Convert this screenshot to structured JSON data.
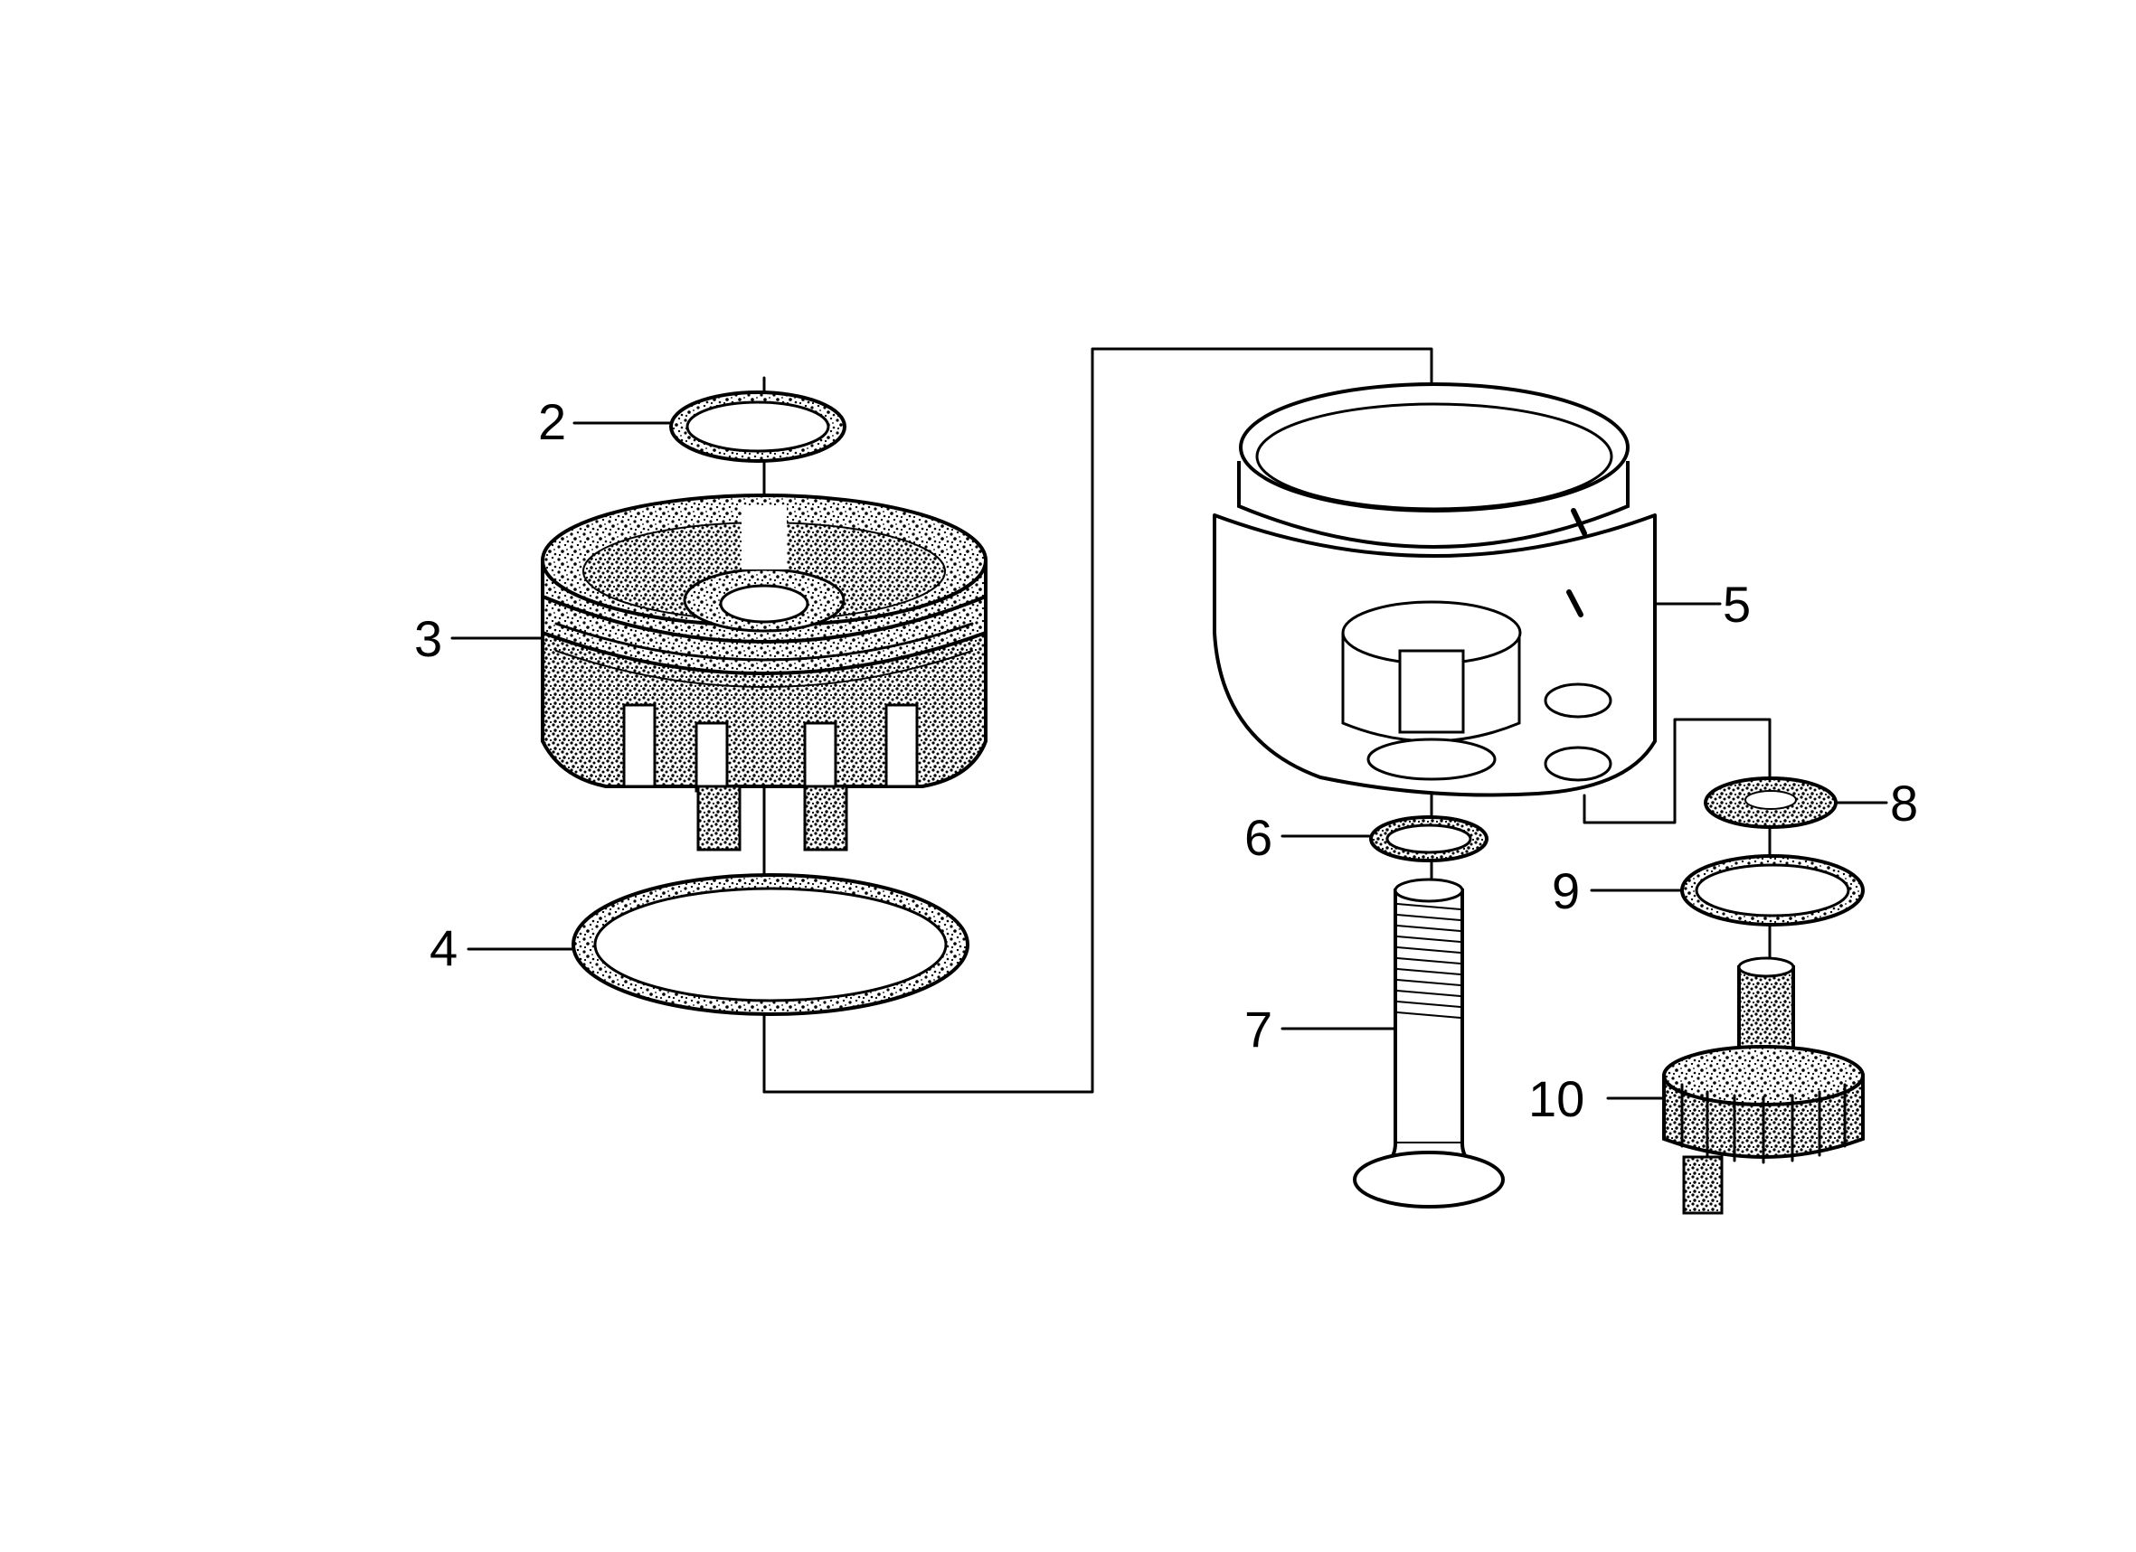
{
  "diagram": {
    "type": "exploded-parts-drawing",
    "ink_color": "#000000",
    "background": "#ffffff",
    "callouts": [
      {
        "id": "c2",
        "label": "2"
      },
      {
        "id": "c3",
        "label": "3"
      },
      {
        "id": "c4",
        "label": "4"
      },
      {
        "id": "c5",
        "label": "5"
      },
      {
        "id": "c6",
        "label": "6"
      },
      {
        "id": "c7",
        "label": "7"
      },
      {
        "id": "c8",
        "label": "8"
      },
      {
        "id": "c9",
        "label": "9"
      },
      {
        "id": "c10",
        "label": "10"
      }
    ]
  }
}
